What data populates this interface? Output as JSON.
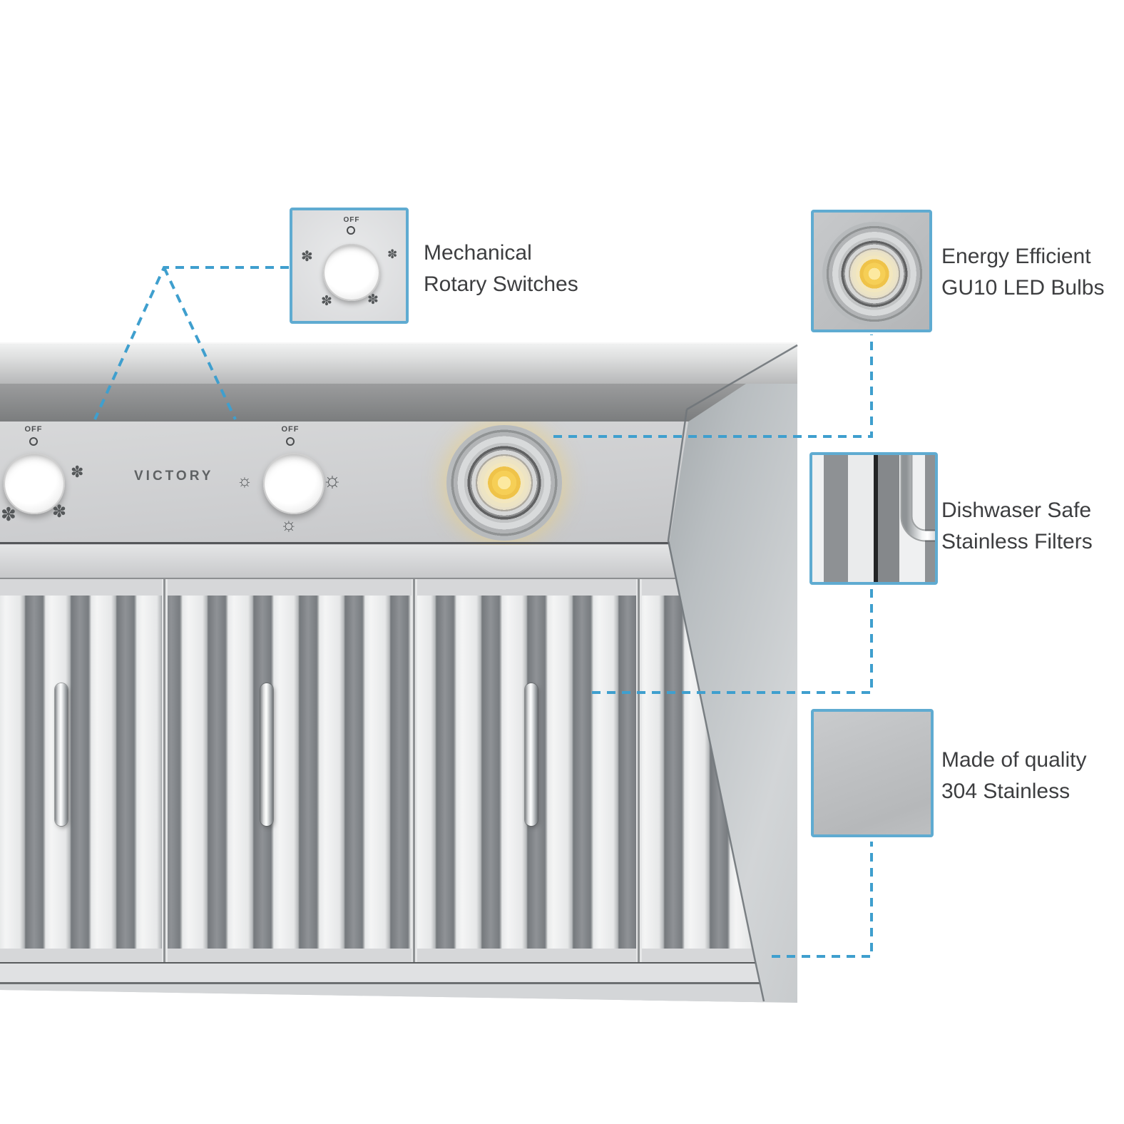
{
  "product": {
    "brand": "VICTORY"
  },
  "controls": {
    "off_label": "OFF"
  },
  "icons": {
    "fan_glyph": "✽",
    "light_glyph": "☼",
    "fan_icon": "fan-speed-symbol",
    "light_icon": "light-bulb-with-rays-symbol"
  },
  "colors": {
    "callout_border": "#5fabd1",
    "dashed_line": "#3f9fce",
    "label_text": "#3d3e40",
    "led_warm_center": "#f6cf56",
    "stainless_gray": "#c0c2c4"
  },
  "callouts": [
    {
      "id": "rotary-switches",
      "line1": "Mechanical",
      "line2": "Rotary Switches"
    },
    {
      "id": "led-bulbs",
      "line1": "Energy Efficient",
      "line2": "GU10 LED Bulbs"
    },
    {
      "id": "filters",
      "line1": "Dishwaser Safe",
      "line2": "Stainless Filters"
    },
    {
      "id": "stainless-304",
      "line1": "Made of quality",
      "line2": "304 Stainless"
    }
  ]
}
